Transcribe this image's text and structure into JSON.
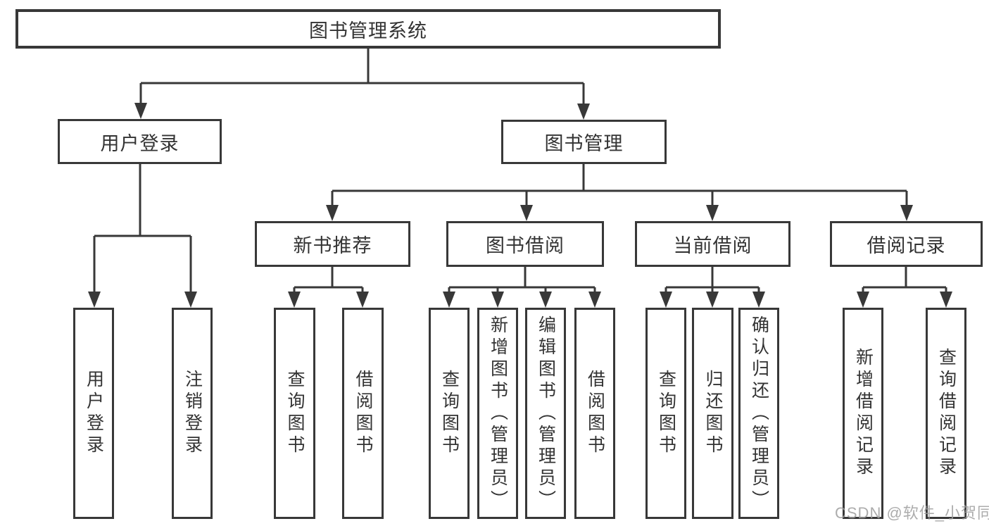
{
  "tree": {
    "root": {
      "label": "图书管理系统"
    },
    "branches": [
      {
        "label": "用户登录",
        "children": [
          {
            "label": "用户登录"
          },
          {
            "label": "注销登录"
          }
        ]
      },
      {
        "label": "图书管理",
        "children": [
          {
            "label": "新书推荐",
            "children": [
              {
                "label": "查询图书"
              },
              {
                "label": "借阅图书"
              }
            ]
          },
          {
            "label": "图书借阅",
            "children": [
              {
                "label": "查询图书"
              },
              {
                "label": "新增图书（管理员）"
              },
              {
                "label": "编辑图书（管理员）"
              },
              {
                "label": "借阅图书"
              }
            ]
          },
          {
            "label": "当前借阅",
            "children": [
              {
                "label": "查询图书"
              },
              {
                "label": "归还图书"
              },
              {
                "label": "确认归还（管理员）"
              }
            ]
          },
          {
            "label": "借阅记录",
            "children": [
              {
                "label": "新增借阅记录"
              },
              {
                "label": "查询借阅记录"
              }
            ]
          }
        ]
      }
    ]
  },
  "watermark": {
    "text": "CSDN @软件_小贺同学"
  },
  "colors": {
    "line": "#383838",
    "text": "#333333",
    "background": "#ffffff",
    "watermark": "#9e9e9e"
  }
}
